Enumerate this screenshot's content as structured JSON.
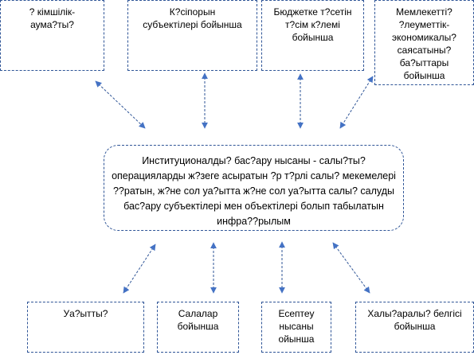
{
  "diagram": {
    "top_boxes": [
      {
        "label": "? кімшілік-\nаума?ты?"
      },
      {
        "label": "К?сіпорын\nсубъектілері бойынша"
      },
      {
        "label": "Бюджетке т?сетін\nт?сім к?лемі\nбойынша"
      },
      {
        "label": "Мемлекетті?\n?леуметтік-\nэкономикалы?\nсаясатыны?\nба?ыттары\nбойынша"
      }
    ],
    "center_box": {
      "label": "Институционалды? бас?ару нысаны - салы?ты?\nоперацияларды ж?зеге асыратын ?р т?рлі салы? мекемелері\n??ратын, ж?не сол уа?ытта ж?не сол уа?ытта салы?  салуды\nбас?ару субъектілері мен объектілері болып табылатын\nинфра??рылым"
    },
    "bottom_boxes": [
      {
        "label": "Уа?ытты?"
      },
      {
        "label": "Салалар\nбойынша"
      },
      {
        "label": "Есептеу\nнысаны\nойынша"
      },
      {
        "label": "Халы?аралы? белгісі\nбойынша"
      }
    ],
    "colors": {
      "border": "#2f5597",
      "arrow_head": "#4472c4",
      "arrow_line": "#2f5597"
    }
  }
}
